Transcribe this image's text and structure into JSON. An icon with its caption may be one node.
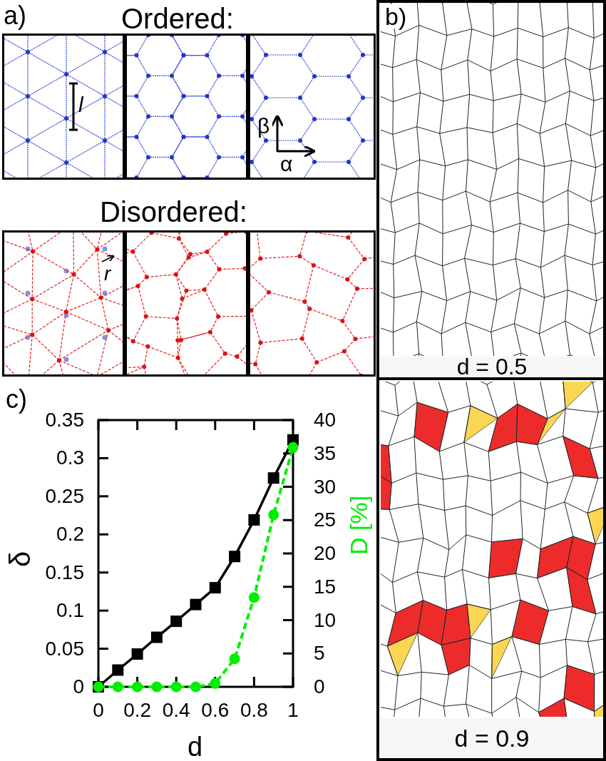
{
  "diagram": {
    "labels": [
      "a)",
      "Ordered:",
      "b)",
      "l",
      "β",
      "α",
      "Disordered:",
      "r",
      "d = 0.5",
      "c)",
      "d = 0.9"
    ],
    "chart_data": {
      "type": "line",
      "xlabel": "d",
      "ylabel": "δ",
      "y2label": "D [%]",
      "x": [
        0,
        0.1,
        0.2,
        0.3,
        0.4,
        0.5,
        0.6,
        0.7,
        0.8,
        0.9,
        1
      ],
      "xlim": [
        0,
        1
      ],
      "ylim": [
        0,
        0.35
      ],
      "y2lim": [
        0,
        40
      ],
      "xticks": [
        0,
        0.2,
        0.4,
        0.6,
        0.8,
        1
      ],
      "yticks": [
        0,
        0.05,
        0.1,
        0.15,
        0.2,
        0.25,
        0.3,
        0.35
      ],
      "y2ticks": [
        0,
        5,
        10,
        15,
        20,
        25,
        30,
        35,
        40
      ],
      "series": [
        {
          "color": "#000000",
          "marker": "square",
          "line_style": "solid",
          "values": [
            0,
            0.022,
            0.043,
            0.065,
            0.086,
            0.108,
            0.13,
            0.171,
            0.219,
            0.274,
            0.324
          ]
        },
        {
          "color": "#00ee00",
          "marker": "circle",
          "line_style": "dashed",
          "axis": "y2",
          "values": [
            0,
            0,
            0,
            0,
            0,
            0,
            0.5,
            4.2,
            13.4,
            25.8,
            35.9
          ]
        }
      ]
    }
  }
}
